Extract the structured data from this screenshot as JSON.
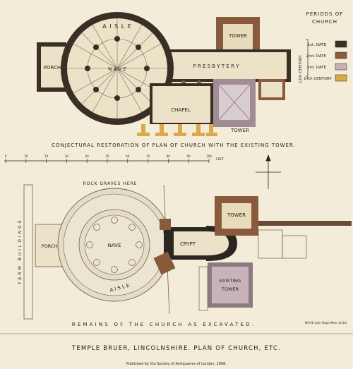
{
  "upper_plan": {
    "labels": {
      "aisle": "A I S L E",
      "nave": "N A V E",
      "porch": "PORCH",
      "presbytery": "P R E S B Y T E R Y",
      "chapel": "CHAPEL",
      "tower_top": "TOWER",
      "tower_bottom": "TOWER"
    },
    "caption": "CONJECTURAL RESTORATION OF PLAN OF CHURCH WITH THE EXISTING TOWER."
  },
  "legend": {
    "title_line1": "PERIODS OF",
    "title_line2": "CHURCH",
    "century_12": "12th CENTURY",
    "items": [
      {
        "label": "1st. DATE",
        "color": "#3a2f25"
      },
      {
        "label": "2nd. DATE",
        "color": "#8a5a3c"
      },
      {
        "label": "3rd. DATE",
        "color": "#c5b2b8"
      },
      {
        "label": "14th CENTURY",
        "color": "#d9a94a"
      }
    ]
  },
  "scale_bar": {
    "ticks": [
      "0",
      "10",
      "20",
      "30",
      "40",
      "50",
      "60",
      "70",
      "80",
      "90",
      "100"
    ],
    "unit": "FEET"
  },
  "lower_plan": {
    "labels": {
      "rock_graves": "ROCK GRAVES HERE",
      "farm_buildings": "FARM BUILDINGS",
      "porch": "PORCH",
      "nave": "NAVE",
      "crypt": "CRYPT",
      "aisle": "A I S L E",
      "tower": "TOWER",
      "existing_line1": "EXISTING",
      "existing_line2": "TOWER"
    },
    "caption": "REMAINS OF THE CHURCH AS EXCAVATED.",
    "credit": "W.H.St John Hope Mens et del."
  },
  "title": "TEMPLE BRUER, LINCOLNSHIRE. PLAN OF CHURCH, ETC.",
  "publisher": "Published by the Society of Antiquaries of London, 1908."
}
